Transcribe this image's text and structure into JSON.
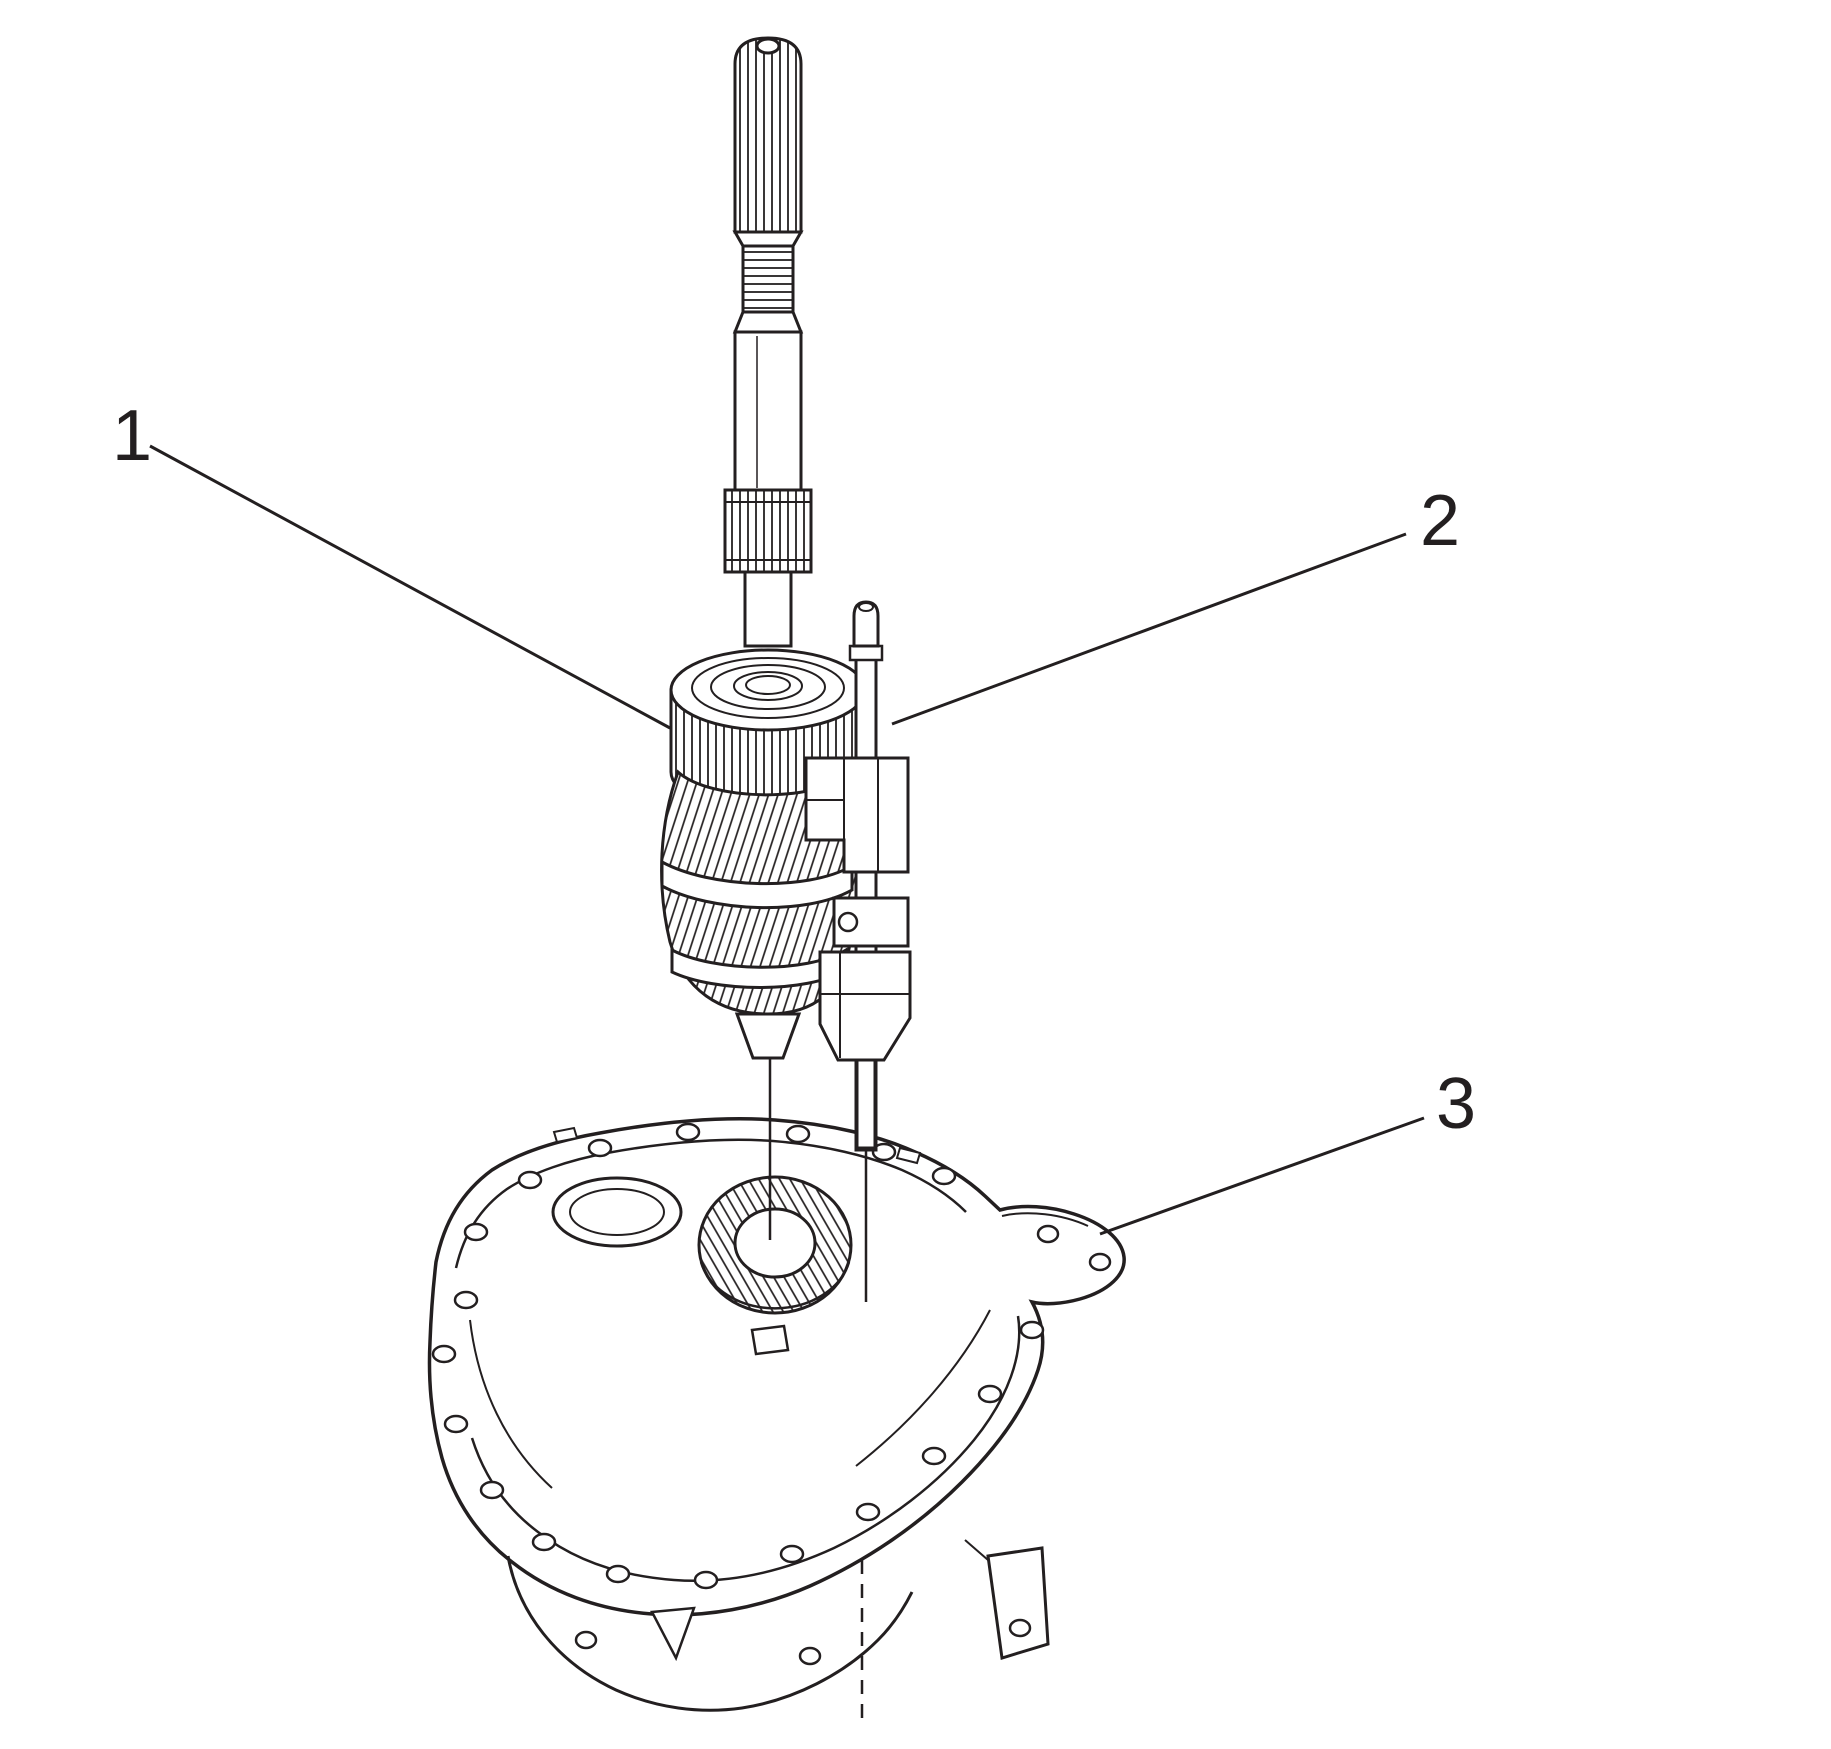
{
  "figure": {
    "type": "technical-line-illustration",
    "background_color": "#ffffff",
    "line_color": "#231f20",
    "callouts": [
      {
        "label": "1",
        "points_to": "gear-and-shaft-assembly"
      },
      {
        "label": "2",
        "points_to": "shift-rail-and-fork"
      },
      {
        "label": "3",
        "points_to": "transmission-case-cover"
      }
    ]
  }
}
